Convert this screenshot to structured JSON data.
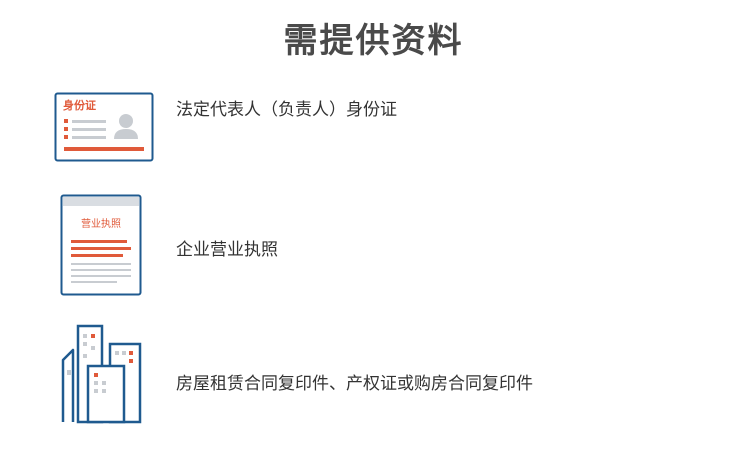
{
  "title": "需提供资料",
  "colors": {
    "navy": "#1f5a8f",
    "accent": "#e05a3a",
    "line": "#c8ccd1"
  },
  "items": [
    {
      "icon": "id-card-icon",
      "icon_text": "身份证",
      "label": "法定代表人（负责人）身份证"
    },
    {
      "icon": "business-license-icon",
      "icon_text": "营业执照",
      "label": "企业营业执照"
    },
    {
      "icon": "buildings-icon",
      "label": "房屋租赁合同复印件、产权证或购房合同复印件"
    }
  ]
}
